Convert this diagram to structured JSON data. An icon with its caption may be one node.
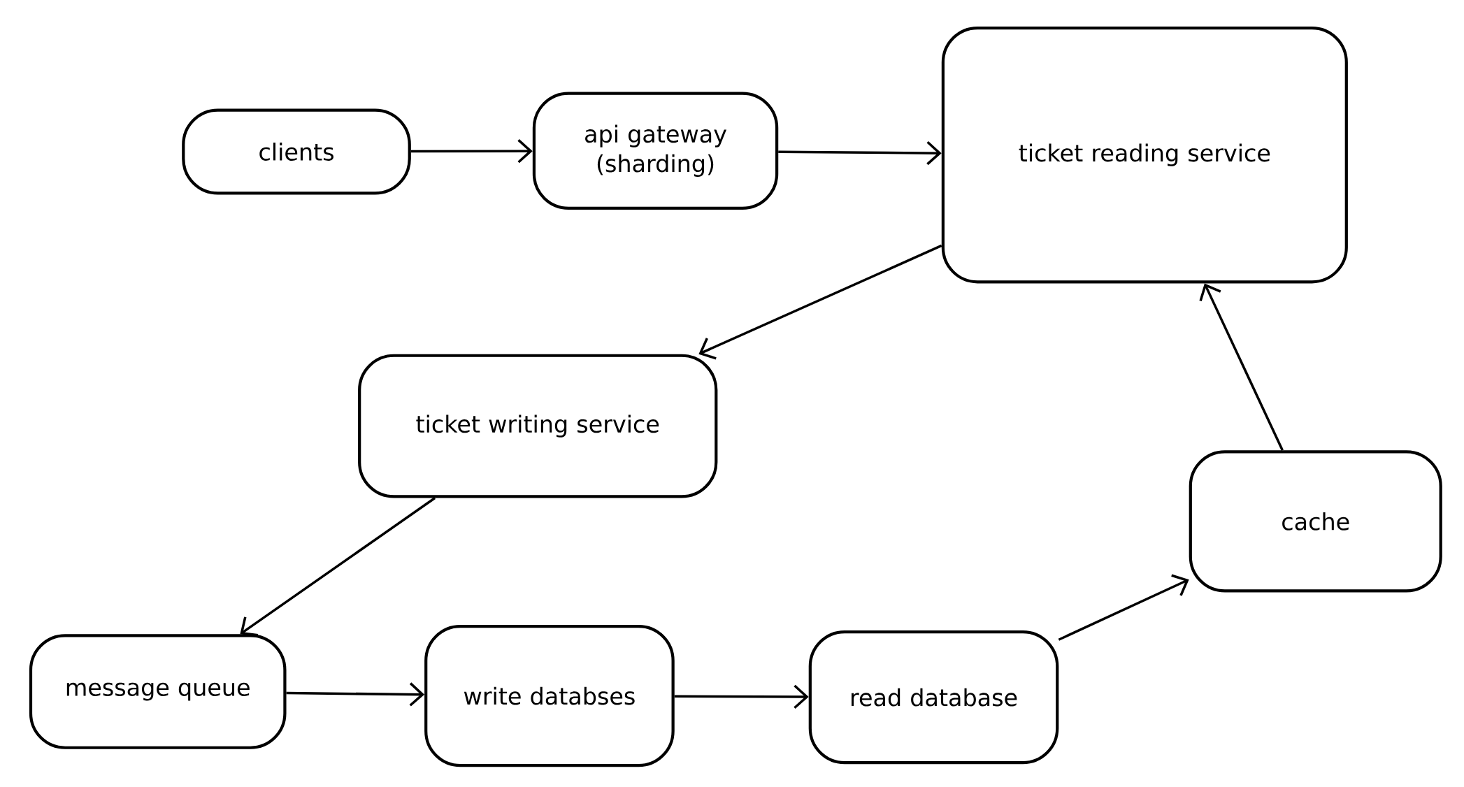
{
  "diagram": {
    "nodes": [
      {
        "text": [
          "clients"
        ]
      },
      {
        "text": [
          "api gateway (sharding)"
        ]
      },
      {
        "text": [
          "ticket reading service"
        ]
      },
      {
        "text": [
          "ticket writing service"
        ]
      },
      {
        "text": [
          "cache"
        ]
      },
      {
        "text": [
          "message queue"
        ]
      },
      {
        "text": [
          "write databses"
        ]
      },
      {
        "text": [
          "read database"
        ]
      }
    ],
    "edges": [
      {
        "from": 0,
        "to": 1,
        "arrow": "to"
      },
      {
        "from": 1,
        "to": 2,
        "arrow": "to"
      },
      {
        "from": 2,
        "to": 3,
        "arrow": "to"
      },
      {
        "from": 3,
        "to": 5,
        "arrow": "to"
      },
      {
        "from": 5,
        "to": 6,
        "arrow": "to"
      },
      {
        "from": 6,
        "to": 7,
        "arrow": "to"
      },
      {
        "from": 7,
        "to": 4,
        "arrow": "to"
      },
      {
        "from": 4,
        "to": 2,
        "arrow": "to"
      }
    ]
  }
}
